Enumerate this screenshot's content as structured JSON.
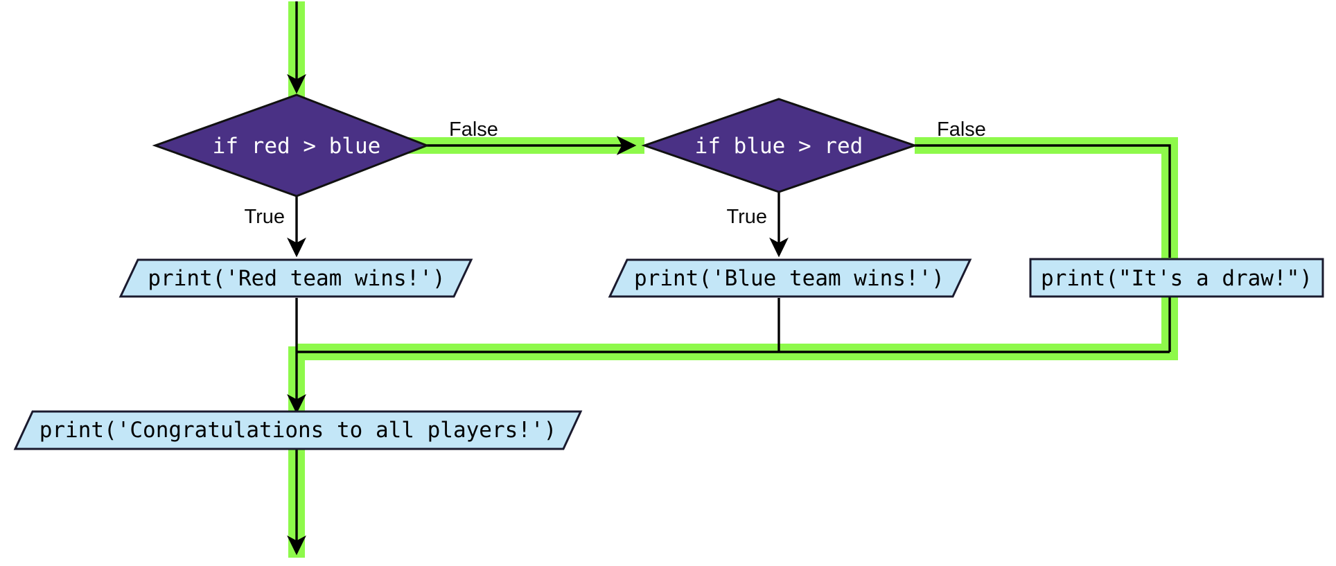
{
  "diagram": {
    "title": "Python if/elif/else flowchart with highlighted execution path",
    "type": "flowchart",
    "colors": {
      "background": "#ffffff",
      "decision_fill": "#4a3185",
      "decision_text": "#ffffff",
      "process_fill": "#c3e6f7",
      "process_stroke": "#1a1a2e",
      "process_text": "#000000",
      "edge_stroke": "#000000",
      "highlight": "#8ef94b"
    },
    "nodes": [
      {
        "id": "start-arrow",
        "shape": "arrow",
        "label": "",
        "highlighted": true
      },
      {
        "id": "decision-red-gt-blue",
        "shape": "diamond",
        "label": "if red > blue",
        "highlighted": true
      },
      {
        "id": "decision-blue-gt-red",
        "shape": "diamond",
        "label": "if blue > red",
        "highlighted": true
      },
      {
        "id": "process-red-wins",
        "shape": "parallelogram",
        "label": "print('Red team wins!')",
        "highlighted": false
      },
      {
        "id": "process-blue-wins",
        "shape": "parallelogram",
        "label": "print('Blue team wins!')",
        "highlighted": false
      },
      {
        "id": "process-draw",
        "shape": "rectangle",
        "label": "print(\"It's a draw!\")",
        "highlighted": false
      },
      {
        "id": "process-congratulations",
        "shape": "parallelogram",
        "label": "print('Congratulations to all players!')",
        "highlighted": false
      }
    ],
    "edges": [
      {
        "id": "edge-start-to-decision1",
        "from": "start-arrow",
        "to": "decision-red-gt-blue",
        "label": "",
        "highlighted": true
      },
      {
        "id": "edge-decision1-true",
        "from": "decision-red-gt-blue",
        "to": "process-red-wins",
        "label": "True",
        "highlighted": false
      },
      {
        "id": "edge-decision1-false",
        "from": "decision-red-gt-blue",
        "to": "decision-blue-gt-red",
        "label": "False",
        "highlighted": true
      },
      {
        "id": "edge-decision2-true",
        "from": "decision-blue-gt-red",
        "to": "process-blue-wins",
        "label": "True",
        "highlighted": false
      },
      {
        "id": "edge-decision2-false",
        "from": "decision-blue-gt-red",
        "to": "process-draw",
        "label": "False",
        "highlighted": true
      },
      {
        "id": "edge-merge-to-congratulations",
        "from": "merge-junction",
        "to": "process-congratulations",
        "label": "",
        "highlighted": true
      },
      {
        "id": "edge-congratulations-to-end",
        "from": "process-congratulations",
        "to": "end-arrow",
        "label": "",
        "highlighted": true
      }
    ],
    "labels": {
      "true_1": "True",
      "true_2": "True",
      "false_1": "False",
      "false_2": "False"
    }
  }
}
